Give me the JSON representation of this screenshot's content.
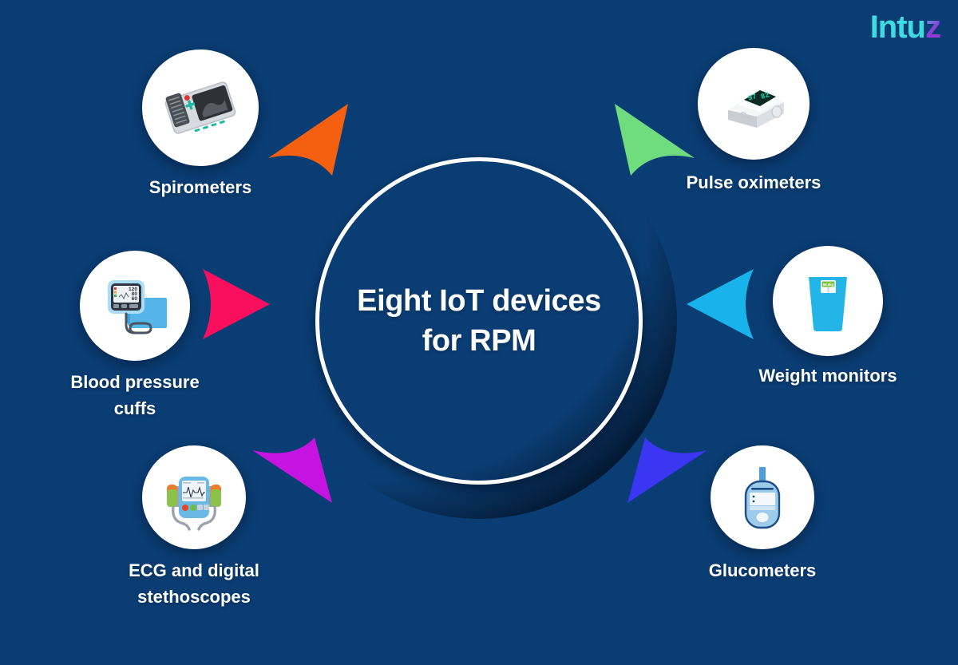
{
  "background_color": "#0a3d73",
  "logo": {
    "name": "Intuz",
    "text_main": "Intu",
    "text_accent": "z",
    "color_main": "#3fdbe0",
    "color_accent": "#a83ad0"
  },
  "center": {
    "title": "Eight IoT devices\nfor RPM",
    "title_line1": "Eight IoT devices",
    "title_line2": "for RPM",
    "text_color": "#ffffff",
    "ring_colors": [
      "#f40f62",
      "#ef1f2e",
      "#f4600f",
      "#f5d806",
      "#46d95c",
      "#0fc5c8",
      "#2f6fe8",
      "#7a14e0",
      "#b915d6"
    ],
    "inner_circle_color": "#ffffff"
  },
  "nodes": [
    {
      "id": "spirometers",
      "label": "Spirometers",
      "icon": "spirometer-icon",
      "arrow_color": "#f4600f",
      "arrow_direction": "up-left",
      "position": "top-left"
    },
    {
      "id": "pulse-oximeters",
      "label": "Pulse oximeters",
      "icon": "pulse-oximeter-icon",
      "icon_display_value": "97 82",
      "arrow_color": "#6fdd7e",
      "arrow_direction": "up-right",
      "position": "top-right"
    },
    {
      "id": "blood-pressure-cuffs",
      "label": "Blood pressure\ncuffs",
      "icon": "blood-pressure-cuff-icon",
      "icon_display_values": [
        "120",
        "80",
        "60"
      ],
      "arrow_color": "#f90f5e",
      "arrow_direction": "left",
      "position": "middle-left"
    },
    {
      "id": "weight-monitors",
      "label": "Weight monitors",
      "icon": "weight-scale-icon",
      "arrow_color": "#19b3ec",
      "arrow_direction": "right",
      "position": "middle-right"
    },
    {
      "id": "ecg-stethoscopes",
      "label": "ECG and digital\nstethoscopes",
      "icon": "ecg-defibrillator-icon",
      "arrow_color": "#c614e0",
      "arrow_direction": "down-left",
      "position": "bottom-left"
    },
    {
      "id": "glucometers",
      "label": "Glucometers",
      "icon": "glucometer-icon",
      "arrow_color": "#3b36f2",
      "arrow_direction": "down-right",
      "position": "bottom-right"
    }
  ]
}
